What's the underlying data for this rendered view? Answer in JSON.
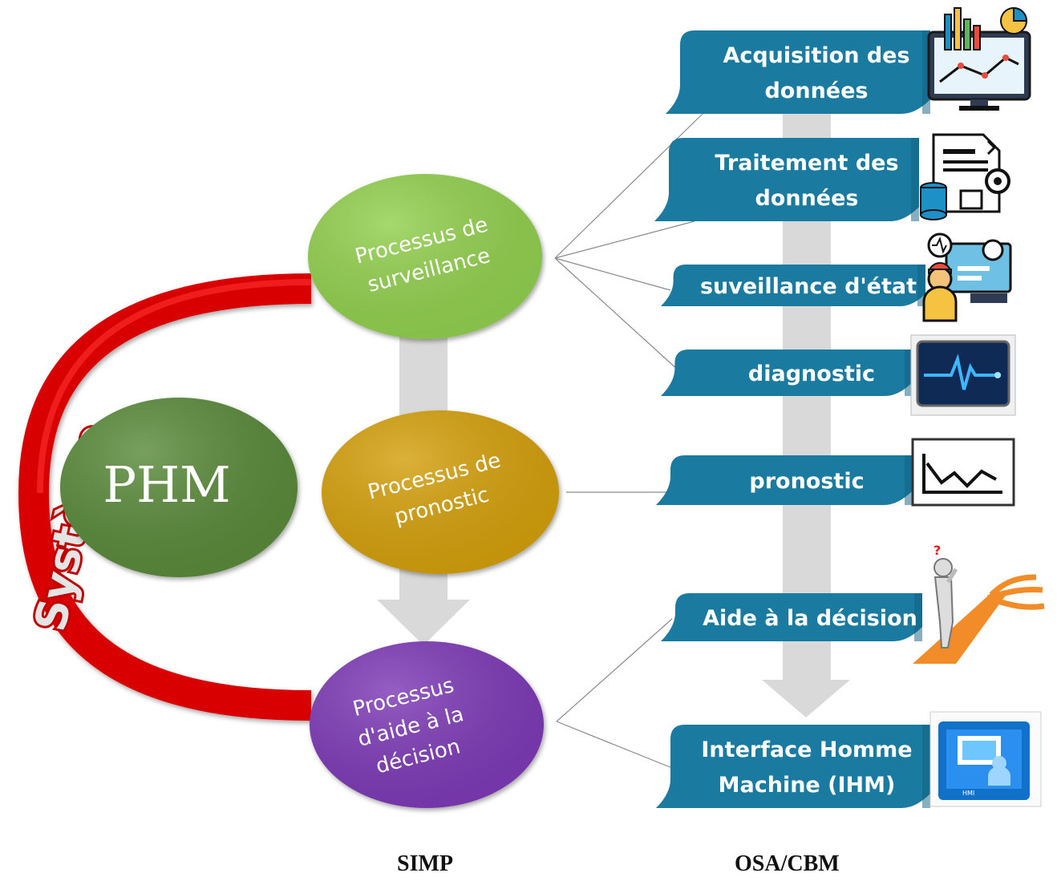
{
  "left_arc_label": "Système",
  "phm_label": "PHM",
  "simp_processes": [
    {
      "id": "surveillance",
      "lines": [
        "Processus de",
        "surveillance"
      ],
      "color": "#92d050"
    },
    {
      "id": "pronostic",
      "lines": [
        "Processus de",
        "pronostic"
      ],
      "color": "#d4a009"
    },
    {
      "id": "decision",
      "lines": [
        "Processus",
        "d'aide à la",
        "décision"
      ],
      "color": "#7e3ab6"
    }
  ],
  "osa_cbm_steps": [
    {
      "id": "acquisition",
      "lines": [
        "Acquisition des",
        "données"
      ],
      "icon": "monitor-charts-icon"
    },
    {
      "id": "traitement",
      "lines": [
        "Traitement des",
        "données"
      ],
      "icon": "document-gear-icon"
    },
    {
      "id": "surveillance-etat",
      "lines": [
        "suveillance d'état"
      ],
      "icon": "operator-monitoring-icon"
    },
    {
      "id": "diagnostic",
      "lines": [
        "diagnostic"
      ],
      "icon": "heartbeat-screen-icon"
    },
    {
      "id": "pronostic",
      "lines": [
        "pronostic"
      ],
      "icon": "trend-chart-icon"
    },
    {
      "id": "aide-decision",
      "lines": [
        "Aide à la décision"
      ],
      "icon": "person-crossroads-icon"
    },
    {
      "id": "ihm",
      "lines": [
        "Interface Homme",
        "Machine (IHM)"
      ],
      "icon": "hmi-screen-icon",
      "icon_caption": "HMI"
    }
  ],
  "footer": {
    "left": "SIMP",
    "right": "OSA/CBM"
  },
  "colors": {
    "banner": "#1a7aa0",
    "arc": "#ff0000",
    "phm": "#5a8a3a",
    "arrow": "#d9d9d9",
    "connector": "#8a8a8a"
  }
}
